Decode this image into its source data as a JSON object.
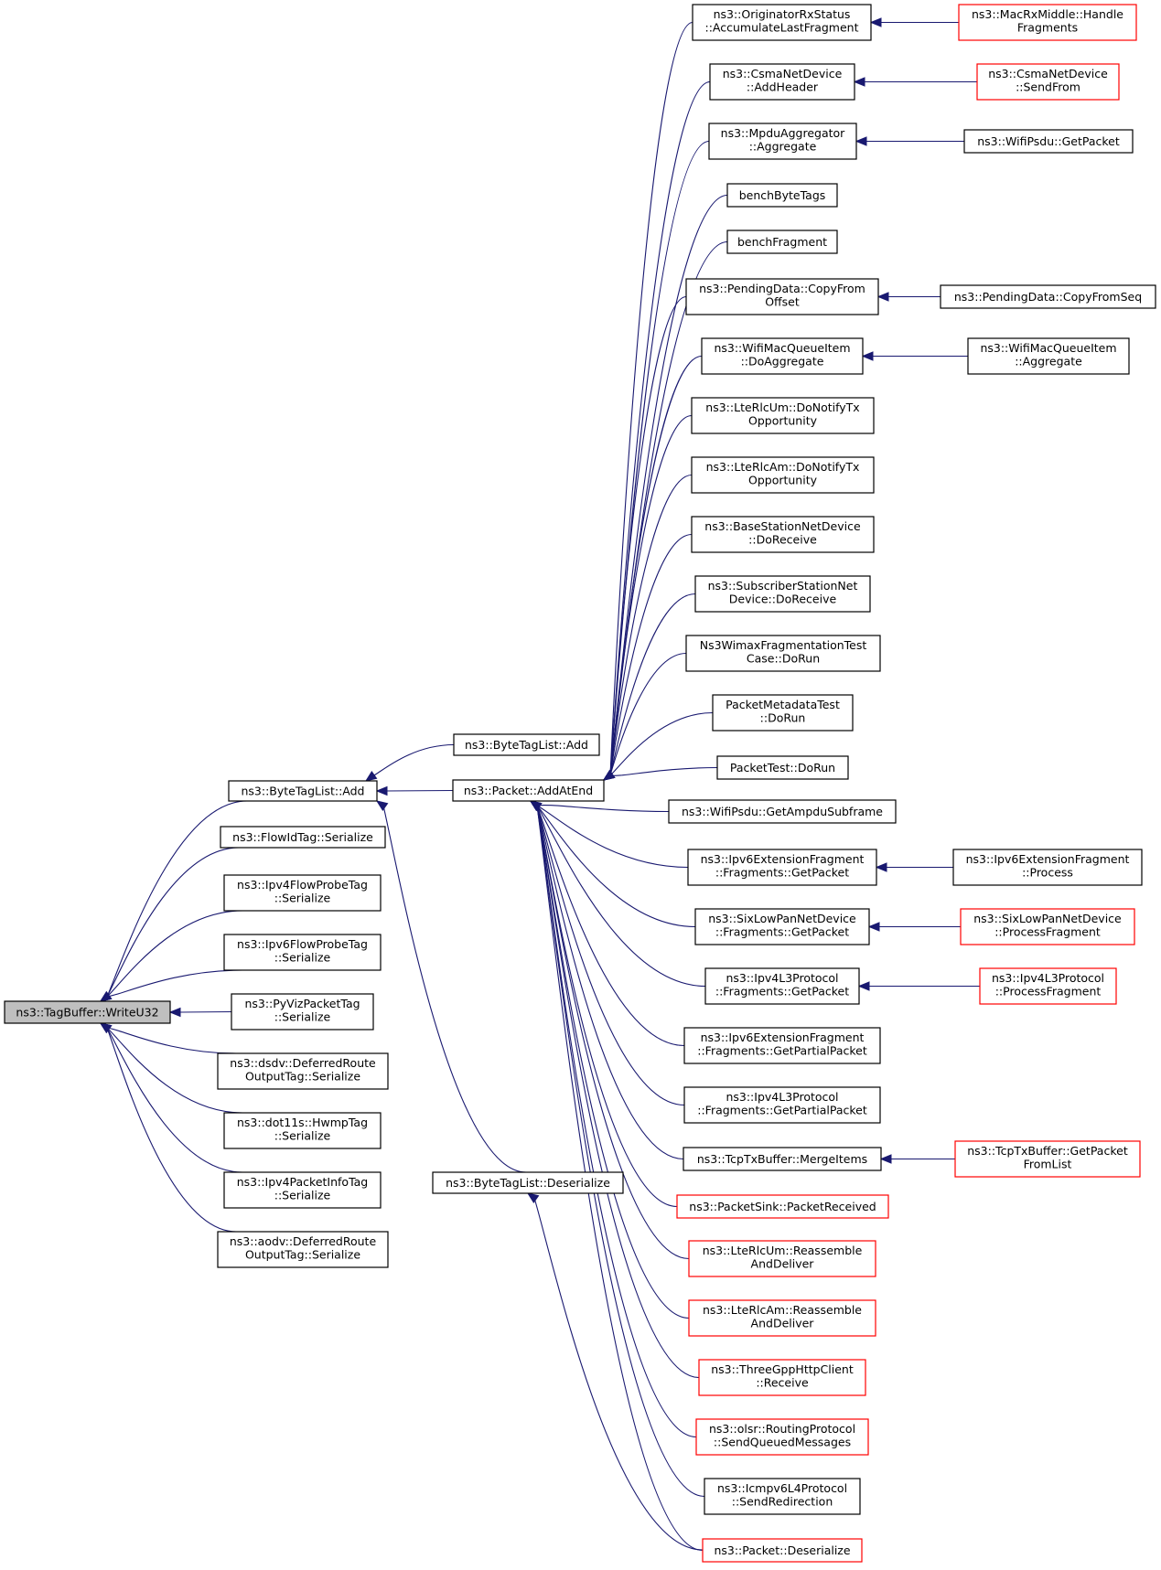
{
  "diagram": {
    "nodes": [
      {
        "id": "n0",
        "lines": [
          "ns3::TagBuffer::WriteU32"
        ],
        "style": "focus"
      },
      {
        "id": "n1",
        "lines": [
          "ns3::ByteTagList::Add"
        ],
        "style": "normal"
      },
      {
        "id": "n2",
        "lines": [
          "ns3::FlowIdTag::Serialize"
        ],
        "style": "normal"
      },
      {
        "id": "n3",
        "lines": [
          "ns3::Ipv4FlowProbeTag",
          "::Serialize"
        ],
        "style": "normal"
      },
      {
        "id": "n4",
        "lines": [
          "ns3::Ipv6FlowProbeTag",
          "::Serialize"
        ],
        "style": "normal"
      },
      {
        "id": "n5",
        "lines": [
          "ns3::PyVizPacketTag",
          "::Serialize"
        ],
        "style": "normal"
      },
      {
        "id": "n6",
        "lines": [
          "ns3::dsdv::DeferredRoute",
          "OutputTag::Serialize"
        ],
        "style": "normal"
      },
      {
        "id": "n7",
        "lines": [
          "ns3::dot11s::HwmpTag",
          "::Serialize"
        ],
        "style": "normal"
      },
      {
        "id": "n8",
        "lines": [
          "ns3::Ipv4PacketInfoTag",
          "::Serialize"
        ],
        "style": "normal"
      },
      {
        "id": "n9",
        "lines": [
          "ns3::aodv::DeferredRoute",
          "OutputTag::Serialize"
        ],
        "style": "normal"
      },
      {
        "id": "n10",
        "lines": [
          "ns3::ByteTagList::Add"
        ],
        "style": "normal"
      },
      {
        "id": "n11",
        "lines": [
          "ns3::Packet::AddAtEnd"
        ],
        "style": "normal"
      },
      {
        "id": "n12",
        "lines": [
          "ns3::ByteTagList::Deserialize"
        ],
        "style": "normal"
      },
      {
        "id": "n13",
        "lines": [
          "ns3::OriginatorRxStatus",
          "::AccumulateLastFragment"
        ],
        "style": "normal"
      },
      {
        "id": "n14",
        "lines": [
          "ns3::CsmaNetDevice",
          "::AddHeader"
        ],
        "style": "normal"
      },
      {
        "id": "n15",
        "lines": [
          "ns3::MpduAggregator",
          "::Aggregate"
        ],
        "style": "normal"
      },
      {
        "id": "n16",
        "lines": [
          "benchByteTags"
        ],
        "style": "normal"
      },
      {
        "id": "n17",
        "lines": [
          "benchFragment"
        ],
        "style": "normal"
      },
      {
        "id": "n18",
        "lines": [
          "ns3::PendingData::CopyFrom",
          "Offset"
        ],
        "style": "normal"
      },
      {
        "id": "n19",
        "lines": [
          "ns3::WifiMacQueueItem",
          "::DoAggregate"
        ],
        "style": "normal"
      },
      {
        "id": "n20",
        "lines": [
          "ns3::LteRlcUm::DoNotifyTx",
          "Opportunity"
        ],
        "style": "normal"
      },
      {
        "id": "n21",
        "lines": [
          "ns3::LteRlcAm::DoNotifyTx",
          "Opportunity"
        ],
        "style": "normal"
      },
      {
        "id": "n22",
        "lines": [
          "ns3::BaseStationNetDevice",
          "::DoReceive"
        ],
        "style": "normal"
      },
      {
        "id": "n23",
        "lines": [
          "ns3::SubscriberStationNet",
          "Device::DoReceive"
        ],
        "style": "normal"
      },
      {
        "id": "n24",
        "lines": [
          "Ns3WimaxFragmentationTest",
          "Case::DoRun"
        ],
        "style": "normal"
      },
      {
        "id": "n25",
        "lines": [
          "PacketMetadataTest",
          "::DoRun"
        ],
        "style": "normal"
      },
      {
        "id": "n26",
        "lines": [
          "PacketTest::DoRun"
        ],
        "style": "normal"
      },
      {
        "id": "n27",
        "lines": [
          "ns3::WifiPsdu::GetAmpduSubframe"
        ],
        "style": "normal"
      },
      {
        "id": "n28",
        "lines": [
          "ns3::Ipv6ExtensionFragment",
          "::Fragments::GetPacket"
        ],
        "style": "normal"
      },
      {
        "id": "n29",
        "lines": [
          "ns3::SixLowPanNetDevice",
          "::Fragments::GetPacket"
        ],
        "style": "normal"
      },
      {
        "id": "n30",
        "lines": [
          "ns3::Ipv4L3Protocol",
          "::Fragments::GetPacket"
        ],
        "style": "normal"
      },
      {
        "id": "n31",
        "lines": [
          "ns3::Ipv6ExtensionFragment",
          "::Fragments::GetPartialPacket"
        ],
        "style": "normal"
      },
      {
        "id": "n32",
        "lines": [
          "ns3::Ipv4L3Protocol",
          "::Fragments::GetPartialPacket"
        ],
        "style": "normal"
      },
      {
        "id": "n33",
        "lines": [
          "ns3::TcpTxBuffer::MergeItems"
        ],
        "style": "normal"
      },
      {
        "id": "n34",
        "lines": [
          "ns3::PacketSink::PacketReceived"
        ],
        "style": "red"
      },
      {
        "id": "n35",
        "lines": [
          "ns3::LteRlcUm::Reassemble",
          "AndDeliver"
        ],
        "style": "red"
      },
      {
        "id": "n36",
        "lines": [
          "ns3::LteRlcAm::Reassemble",
          "AndDeliver"
        ],
        "style": "red"
      },
      {
        "id": "n37",
        "lines": [
          "ns3::ThreeGppHttpClient",
          "::Receive"
        ],
        "style": "red"
      },
      {
        "id": "n38",
        "lines": [
          "ns3::olsr::RoutingProtocol",
          "::SendQueuedMessages"
        ],
        "style": "red"
      },
      {
        "id": "n39",
        "lines": [
          "ns3::Icmpv6L4Protocol",
          "::SendRedirection"
        ],
        "style": "normal"
      },
      {
        "id": "n40",
        "lines": [
          "ns3::Packet::Deserialize"
        ],
        "style": "red"
      },
      {
        "id": "n41",
        "lines": [
          "ns3::MacRxMiddle::Handle",
          "Fragments"
        ],
        "style": "red"
      },
      {
        "id": "n42",
        "lines": [
          "ns3::CsmaNetDevice",
          "::SendFrom"
        ],
        "style": "red"
      },
      {
        "id": "n43",
        "lines": [
          "ns3::WifiPsdu::GetPacket"
        ],
        "style": "normal"
      },
      {
        "id": "n44",
        "lines": [
          "ns3::PendingData::CopyFromSeq"
        ],
        "style": "normal"
      },
      {
        "id": "n45",
        "lines": [
          "ns3::WifiMacQueueItem",
          "::Aggregate"
        ],
        "style": "normal"
      },
      {
        "id": "n46",
        "lines": [
          "ns3::Ipv6ExtensionFragment",
          "::Process"
        ],
        "style": "normal"
      },
      {
        "id": "n47",
        "lines": [
          "ns3::SixLowPanNetDevice",
          "::ProcessFragment"
        ],
        "style": "red"
      },
      {
        "id": "n48",
        "lines": [
          "ns3::Ipv4L3Protocol",
          "::ProcessFragment"
        ],
        "style": "red"
      },
      {
        "id": "n49",
        "lines": [
          "ns3::TcpTxBuffer::GetPacket",
          "FromList"
        ],
        "style": "red"
      }
    ],
    "edges": [
      [
        "n1",
        "n0"
      ],
      [
        "n2",
        "n0"
      ],
      [
        "n3",
        "n0"
      ],
      [
        "n4",
        "n0"
      ],
      [
        "n5",
        "n0"
      ],
      [
        "n6",
        "n0"
      ],
      [
        "n7",
        "n0"
      ],
      [
        "n8",
        "n0"
      ],
      [
        "n9",
        "n0"
      ],
      [
        "n10",
        "n1"
      ],
      [
        "n11",
        "n1"
      ],
      [
        "n12",
        "n1"
      ],
      [
        "n13",
        "n11"
      ],
      [
        "n14",
        "n11"
      ],
      [
        "n15",
        "n11"
      ],
      [
        "n16",
        "n11"
      ],
      [
        "n17",
        "n11"
      ],
      [
        "n18",
        "n11"
      ],
      [
        "n19",
        "n11"
      ],
      [
        "n20",
        "n11"
      ],
      [
        "n21",
        "n11"
      ],
      [
        "n22",
        "n11"
      ],
      [
        "n23",
        "n11"
      ],
      [
        "n24",
        "n11"
      ],
      [
        "n25",
        "n11"
      ],
      [
        "n26",
        "n11"
      ],
      [
        "n27",
        "n11"
      ],
      [
        "n28",
        "n11"
      ],
      [
        "n29",
        "n11"
      ],
      [
        "n30",
        "n11"
      ],
      [
        "n31",
        "n11"
      ],
      [
        "n32",
        "n11"
      ],
      [
        "n33",
        "n11"
      ],
      [
        "n34",
        "n11"
      ],
      [
        "n35",
        "n11"
      ],
      [
        "n36",
        "n11"
      ],
      [
        "n37",
        "n11"
      ],
      [
        "n38",
        "n11"
      ],
      [
        "n39",
        "n11"
      ],
      [
        "n40",
        "n11"
      ],
      [
        "n40",
        "n12"
      ],
      [
        "n41",
        "n13"
      ],
      [
        "n42",
        "n14"
      ],
      [
        "n43",
        "n15"
      ],
      [
        "n44",
        "n18"
      ],
      [
        "n45",
        "n19"
      ],
      [
        "n46",
        "n28"
      ],
      [
        "n47",
        "n29"
      ],
      [
        "n48",
        "n30"
      ],
      [
        "n49",
        "n33"
      ]
    ]
  }
}
